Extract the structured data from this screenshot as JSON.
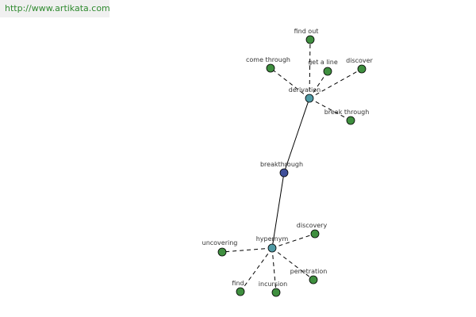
{
  "watermark": "http://www.artikata.com",
  "colors": {
    "center": "#3f4f9a",
    "hub": "#4f9aa5",
    "leaf": "#3f8f3f"
  },
  "nodes": [
    {
      "id": "breakthrough",
      "label": "breakthrough",
      "kind": "center"
    },
    {
      "id": "derivation",
      "label": "derivation",
      "kind": "hub"
    },
    {
      "id": "hypernym",
      "label": "hypernym",
      "kind": "hub"
    },
    {
      "id": "find-out",
      "label": "find out",
      "kind": "leaf"
    },
    {
      "id": "come-through",
      "label": "come through",
      "kind": "leaf"
    },
    {
      "id": "get-a-line",
      "label": "get a line",
      "kind": "leaf"
    },
    {
      "id": "discover",
      "label": "discover",
      "kind": "leaf"
    },
    {
      "id": "break-through",
      "label": "break through",
      "kind": "leaf"
    },
    {
      "id": "discovery",
      "label": "discovery",
      "kind": "leaf"
    },
    {
      "id": "uncovering",
      "label": "uncovering",
      "kind": "leaf"
    },
    {
      "id": "find",
      "label": "find",
      "kind": "leaf"
    },
    {
      "id": "incursion",
      "label": "incursion",
      "kind": "leaf"
    },
    {
      "id": "penetration",
      "label": "penetration",
      "kind": "leaf"
    }
  ],
  "edges": [
    {
      "from": "breakthrough",
      "to": "derivation",
      "style": "solid"
    },
    {
      "from": "breakthrough",
      "to": "hypernym",
      "style": "solid"
    },
    {
      "from": "derivation",
      "to": "find-out",
      "style": "dashed"
    },
    {
      "from": "derivation",
      "to": "come-through",
      "style": "dashed"
    },
    {
      "from": "derivation",
      "to": "get-a-line",
      "style": "dashed"
    },
    {
      "from": "derivation",
      "to": "discover",
      "style": "dashed"
    },
    {
      "from": "derivation",
      "to": "break-through",
      "style": "dashed"
    },
    {
      "from": "hypernym",
      "to": "discovery",
      "style": "dashed"
    },
    {
      "from": "hypernym",
      "to": "uncovering",
      "style": "dashed"
    },
    {
      "from": "hypernym",
      "to": "find",
      "style": "dashed"
    },
    {
      "from": "hypernym",
      "to": "incursion",
      "style": "dashed"
    },
    {
      "from": "hypernym",
      "to": "penetration",
      "style": "dashed"
    }
  ]
}
